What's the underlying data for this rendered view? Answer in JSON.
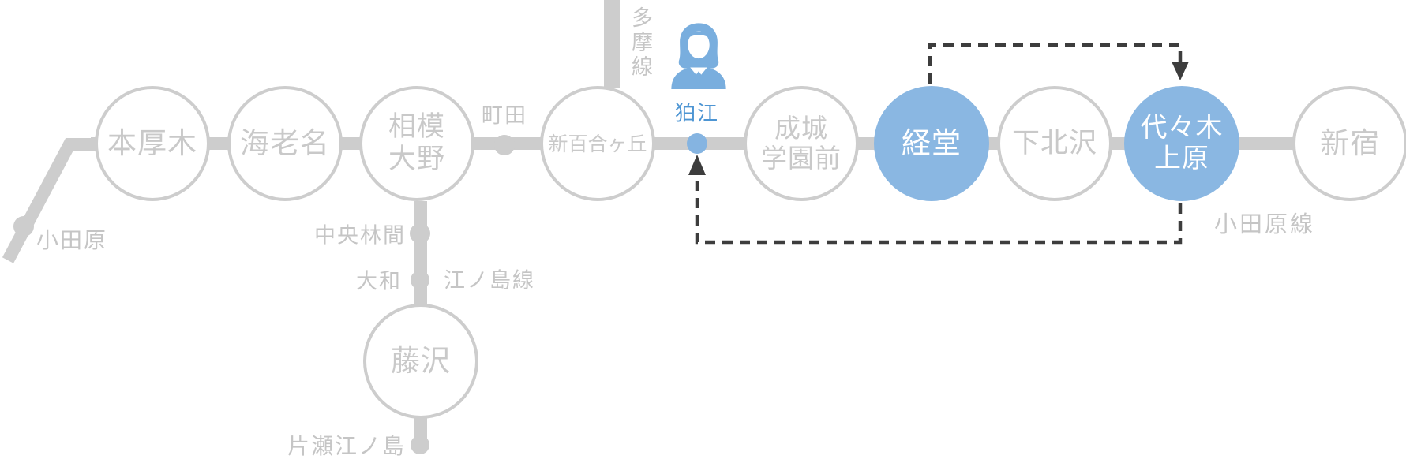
{
  "diagram_title": "railway-route-map",
  "lines": {
    "odawara_line": "小田原線",
    "tama_line": "多摩線",
    "enoshima_line": "江ノ島線"
  },
  "stations": {
    "odawara": "小田原",
    "hon_atsugi": "本厚木",
    "ebina": "海老名",
    "sagami_ono": [
      "相模",
      "大野"
    ],
    "machida": "町田",
    "shin_yurigaoka": "新百合ヶ丘",
    "komae": "狛江",
    "seijogakuen_mae": [
      "成城",
      "学園前"
    ],
    "kyodo": "経堂",
    "shimokitazawa": "下北沢",
    "yoyogi_uehara": [
      "代々木",
      "上原"
    ],
    "shinjuku": "新宿",
    "chuo_rinkan": "中央林間",
    "yamato": "大和",
    "fujisawa": "藤沢",
    "katase_enoshima": "片瀬江ノ島"
  },
  "highlighted_stations": [
    "経堂",
    "代々木上原",
    "狛江"
  ],
  "icons": {
    "person_icon": "business-person-avatar",
    "arrow_down_icon": "dashed-route-arrow-down",
    "arrow_up_icon": "dashed-route-arrow-up"
  },
  "colors": {
    "rail_gray": "#cdcdcd",
    "circle_text_gray": "#c9c9c9",
    "label_gray": "#c5c5c5",
    "highlight_blue": "#8ab7e2",
    "dot_blue": "#85b4e1",
    "komae_text_blue": "#4d95d3",
    "dash_dark": "#3d3d3d",
    "white": "#ffffff"
  }
}
